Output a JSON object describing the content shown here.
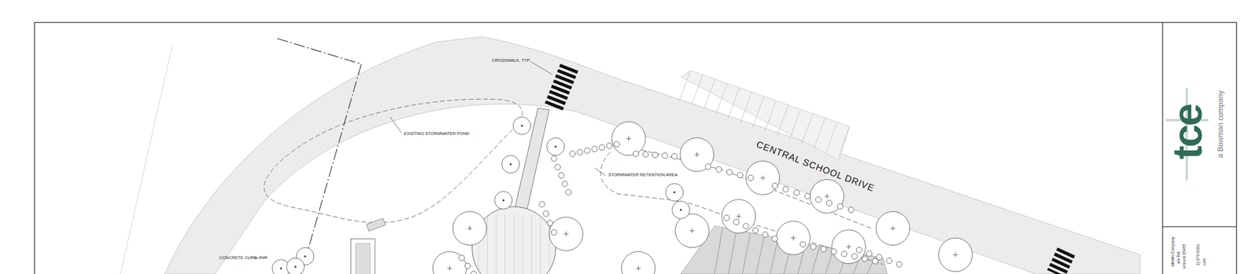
{
  "diagram": {
    "labels": [
      "CROSSWALK, TYP.",
      "EXISTING STORMWATER POND",
      "STORMWATER RETENTION AREA",
      "CENTRAL SCHOOL DRIVE",
      "CONCRETE CURB, TYP.",
      "tce",
      "a Bowman company",
      "AMAN Company",
      "ark Rd.",
      "ermont 05495",
      "2) 879-6331",
      "com"
    ]
  }
}
